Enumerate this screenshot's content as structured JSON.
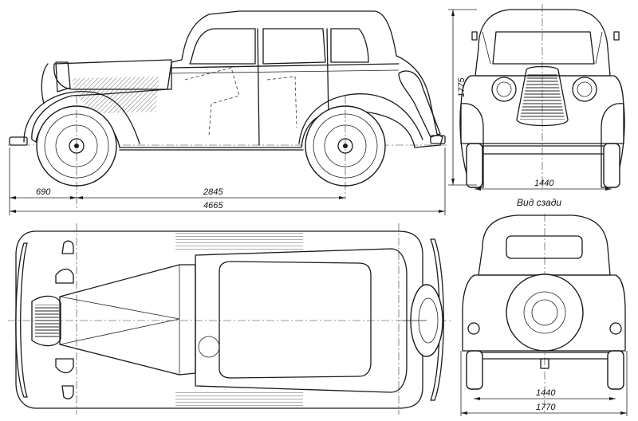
{
  "dimensions": {
    "front_overhang": "690",
    "wheelbase": "2845",
    "overall_length": "4665",
    "height": "1775",
    "track": "1440",
    "rear_track": "1440",
    "overall_width": "1770"
  },
  "captions": {
    "rear_view": "Вид сзади"
  },
  "colors": {
    "ink": "#1a1a1a",
    "paper": "#ffffff"
  }
}
